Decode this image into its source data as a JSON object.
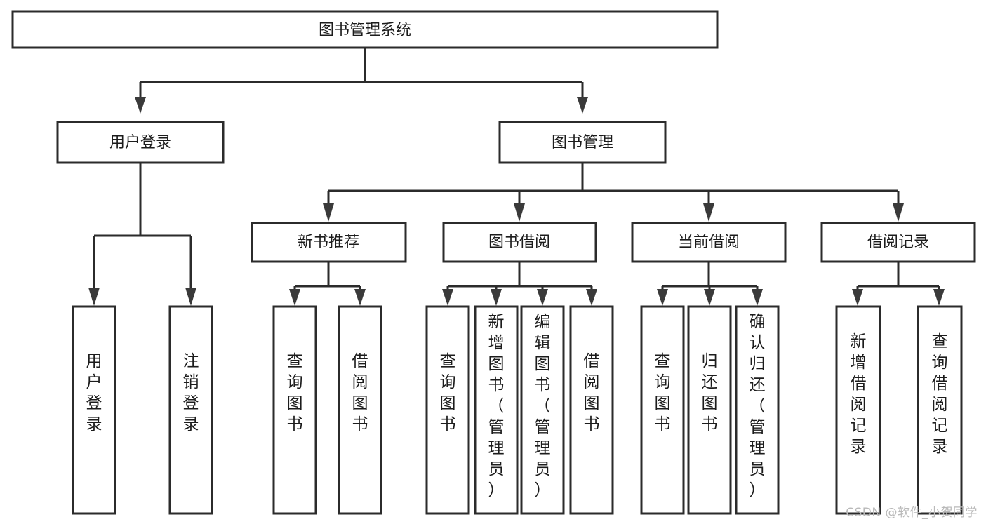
{
  "diagram": {
    "type": "tree-hierarchy",
    "title": "图书管理系统",
    "watermark": "CSDN @软件_小贺同学",
    "colors": {
      "background": "#ffffff",
      "box_stroke": "#2b2b2b",
      "box_fill": "#ffffff",
      "connector": "#2b2b2b",
      "text": "#1c1c1c",
      "watermark": "#b9b9b9"
    },
    "levels": {
      "level1": [
        {
          "id": "root",
          "label": "图书管理系统",
          "orientation": "horizontal"
        }
      ],
      "level2": [
        {
          "id": "user-login",
          "label": "用户登录",
          "orientation": "horizontal"
        },
        {
          "id": "book-management",
          "label": "图书管理",
          "orientation": "horizontal"
        }
      ],
      "level3": [
        {
          "id": "new-book-recommend",
          "label": "新书推荐",
          "orientation": "horizontal",
          "parent": "book-management"
        },
        {
          "id": "book-borrow",
          "label": "图书借阅",
          "orientation": "horizontal",
          "parent": "book-management"
        },
        {
          "id": "current-borrow",
          "label": "当前借阅",
          "orientation": "horizontal",
          "parent": "book-management"
        },
        {
          "id": "borrow-record",
          "label": "借阅记录",
          "orientation": "horizontal",
          "parent": "book-management"
        }
      ],
      "leaves": [
        {
          "id": "leaf-user-login",
          "label": "用户登录",
          "orientation": "vertical",
          "parent": "user-login"
        },
        {
          "id": "leaf-logout",
          "label": "注销登录",
          "orientation": "vertical",
          "parent": "user-login"
        },
        {
          "id": "leaf-query-book-1",
          "label": "查询图书",
          "orientation": "vertical",
          "parent": "new-book-recommend"
        },
        {
          "id": "leaf-borrow-book-1",
          "label": "借阅图书",
          "orientation": "vertical",
          "parent": "new-book-recommend"
        },
        {
          "id": "leaf-query-book-2",
          "label": "查询图书",
          "orientation": "vertical",
          "parent": "book-borrow"
        },
        {
          "id": "leaf-add-book",
          "label": "新增图书（管理员）",
          "orientation": "vertical",
          "parent": "book-borrow"
        },
        {
          "id": "leaf-edit-book",
          "label": "编辑图书（管理员）",
          "orientation": "vertical",
          "parent": "book-borrow"
        },
        {
          "id": "leaf-borrow-book-2",
          "label": "借阅图书",
          "orientation": "vertical",
          "parent": "book-borrow"
        },
        {
          "id": "leaf-query-book-3",
          "label": "查询图书",
          "orientation": "vertical",
          "parent": "current-borrow"
        },
        {
          "id": "leaf-return-book",
          "label": "归还图书",
          "orientation": "vertical",
          "parent": "current-borrow"
        },
        {
          "id": "leaf-confirm-return",
          "label": "确认归还（管理员）",
          "orientation": "vertical",
          "parent": "current-borrow"
        },
        {
          "id": "leaf-add-record",
          "label": "新增借阅记录",
          "orientation": "vertical",
          "parent": "borrow-record"
        },
        {
          "id": "leaf-query-record",
          "label": "查询借阅记录",
          "orientation": "vertical",
          "parent": "borrow-record"
        }
      ]
    }
  }
}
